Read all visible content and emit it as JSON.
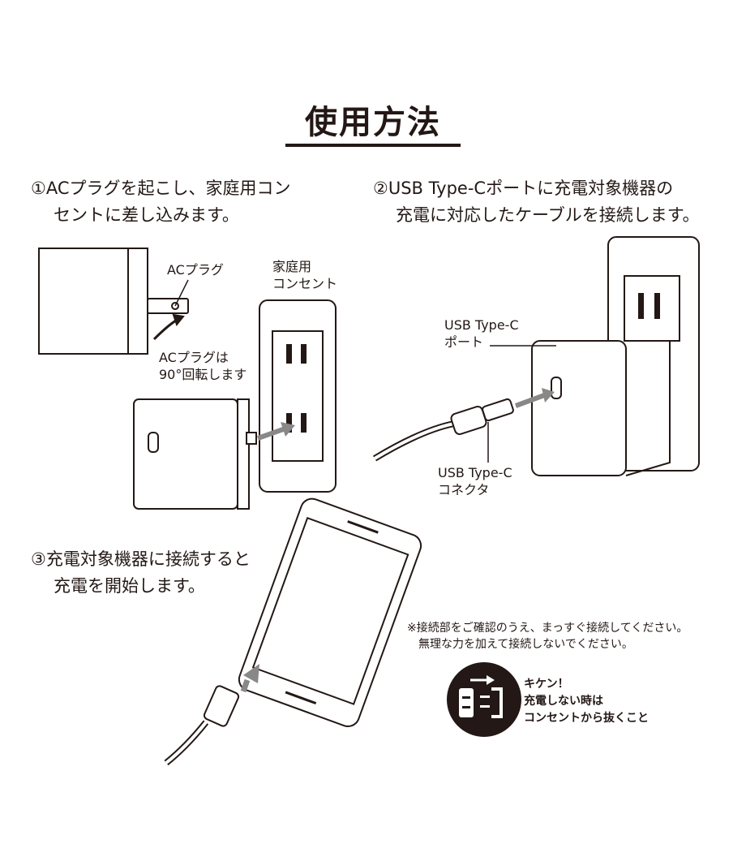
{
  "title": "使用方法",
  "steps": [
    {
      "line1": "①ACプラグを起こし、家庭用コン",
      "line2": "セントに差し込みます。"
    },
    {
      "line1": "②USB Type-Cポートに充電対象機器の",
      "line2": "充電に対応したケーブルを接続します。"
    },
    {
      "line1": "③充電対象機器に接続すると",
      "line2": "充電を開始します。"
    }
  ],
  "labels": {
    "ac_plug": "ACプラグ",
    "outlet_1": "家庭用",
    "outlet_2": "コンセント",
    "rotate_1": "ACプラグは",
    "rotate_2": "90°回転します",
    "port_1": "USB Type-C",
    "port_2": "ポート",
    "connector_1": "USB Type-C",
    "connector_2": "コネクタ"
  },
  "note": {
    "line1": "※接続部をご確認のうえ、まっすぐ接続してください。",
    "line2": "無理な力を加えて接続しないでください。"
  },
  "warning": {
    "line1": "キケン！",
    "line2": "充電しない時は",
    "line3": "コンセントから抜くこと"
  }
}
